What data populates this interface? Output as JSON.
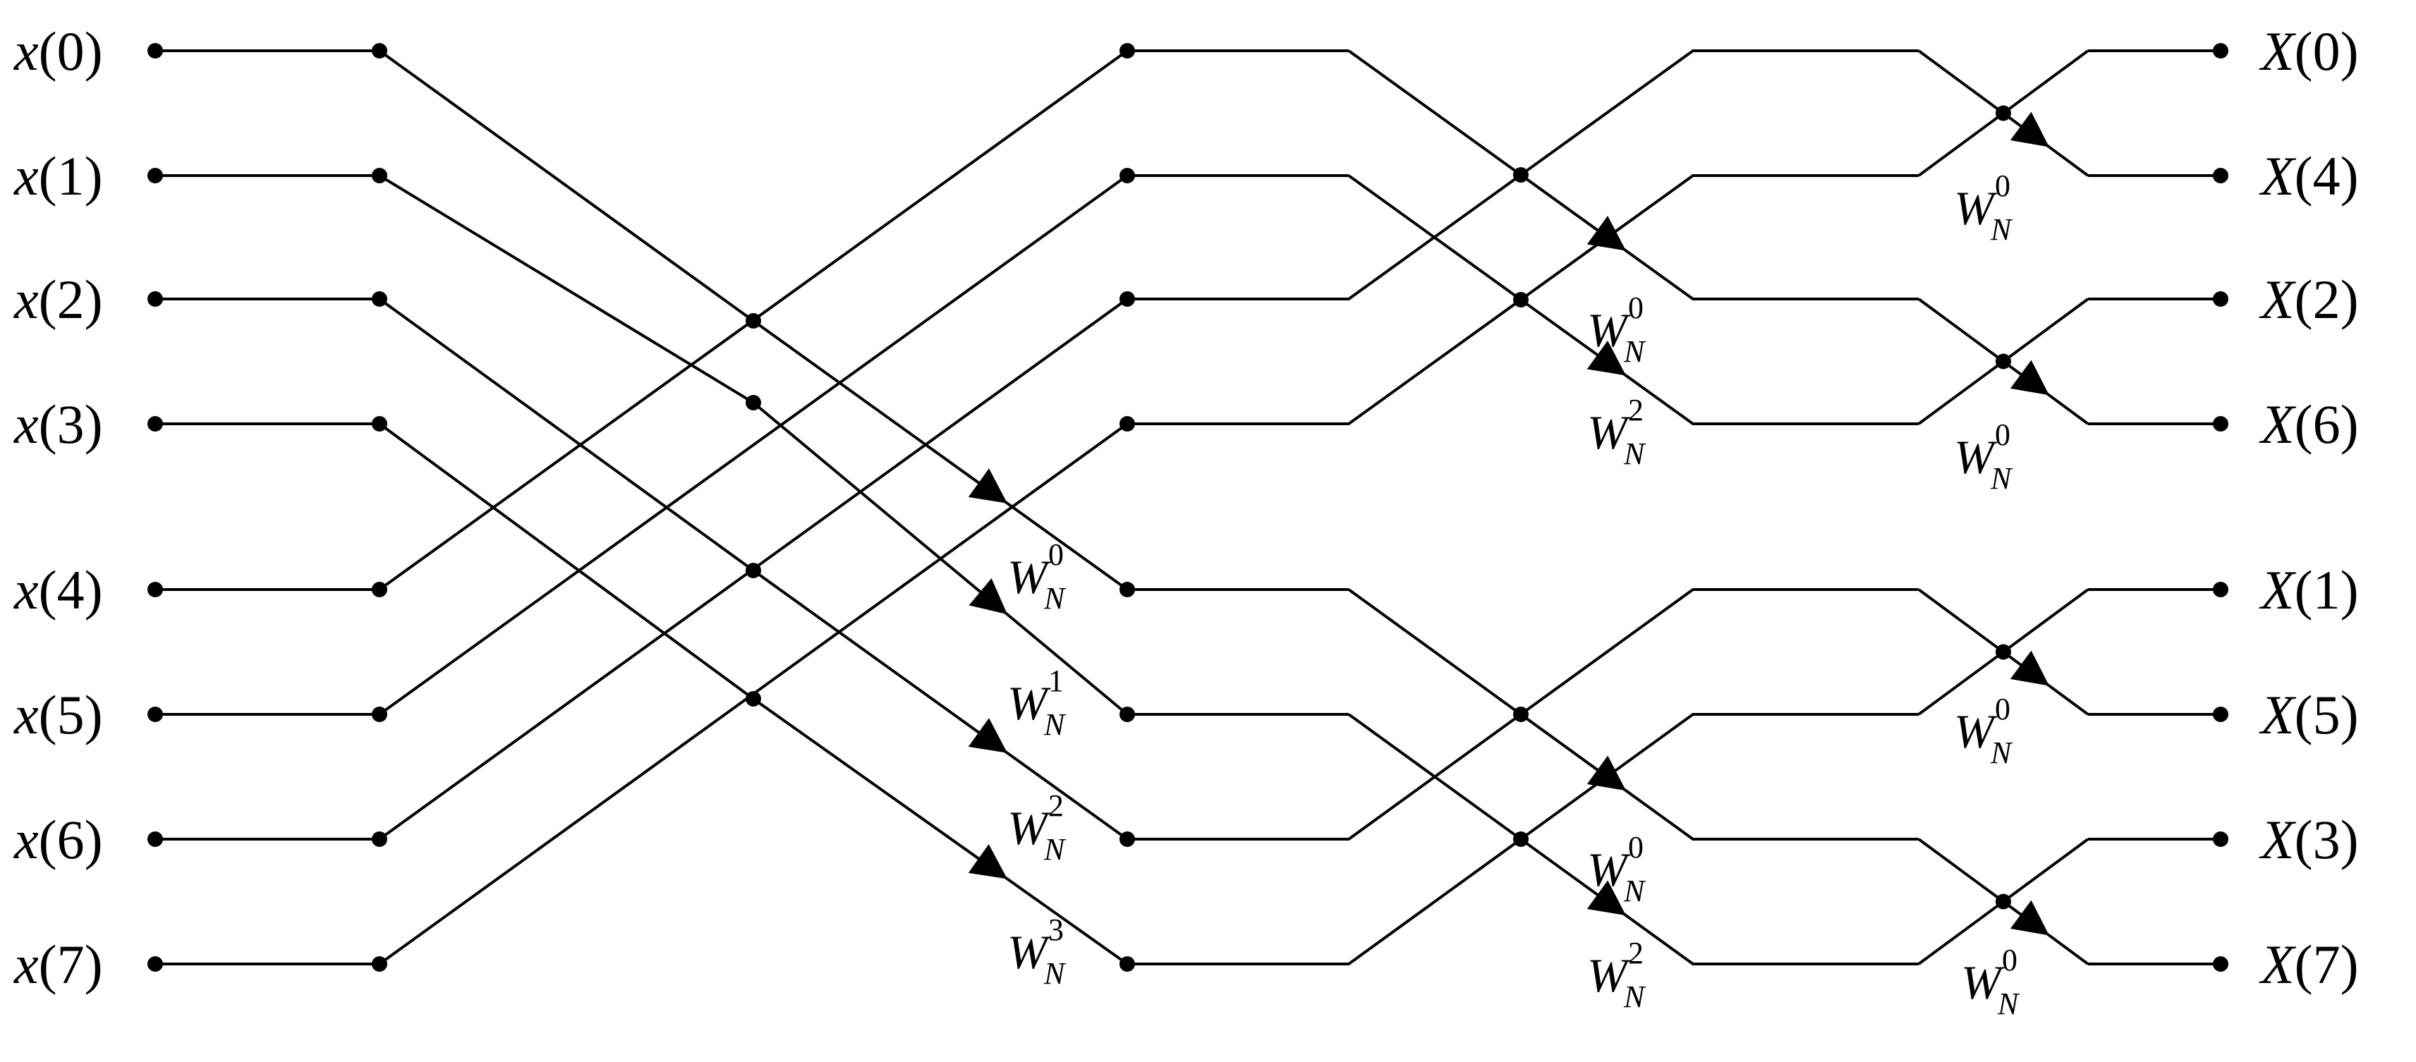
{
  "inputs": [
    "x(0)",
    "x(1)",
    "x(2)",
    "x(3)",
    "x(4)",
    "x(5)",
    "x(6)",
    "x(7)"
  ],
  "outputs": [
    "X(0)",
    "X(4)",
    "X(2)",
    "X(6)",
    "X(1)",
    "X(5)",
    "X(3)",
    "X(7)"
  ],
  "twiddle_base": "W",
  "twiddle_subscript": "N",
  "stage1_twiddle_exponents": [
    "0",
    "1",
    "2",
    "3"
  ],
  "stage2_twiddle_exponents": [
    "0",
    "2",
    "0",
    "2"
  ],
  "stage3_twiddle_exponents": [
    "0",
    "0",
    "0",
    "0"
  ],
  "colors": {
    "line": "#000000",
    "node": "#000000",
    "background": "#ffffff"
  }
}
